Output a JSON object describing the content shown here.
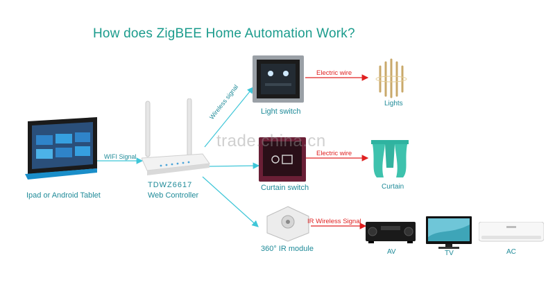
{
  "title": "How does ZigBEE Home Automation Work?",
  "watermark": "trade.china.cn",
  "nodes": {
    "tablet": "Ipad or Android Tablet",
    "controller_model": "TDWZ6617",
    "controller_name": "Web Controller",
    "light_switch": "Light switch",
    "curtain_switch": "Curtain switch",
    "ir_module": "360° IR module",
    "lights": "Lights",
    "curtain": "Curtain",
    "av": "AV",
    "tv": "TV",
    "ac": "AC"
  },
  "edges": {
    "wifi": "WIFI Signal",
    "wireless": "Wireless signal",
    "electric_1": "Electric wire",
    "electric_2": "Electric wire",
    "ir": "IR Wireless Signal"
  },
  "colors": {
    "title": "#1a9b8c",
    "label": "#1e8a98",
    "signal_line": "#3ec6d8",
    "wire_line": "#e02020"
  }
}
